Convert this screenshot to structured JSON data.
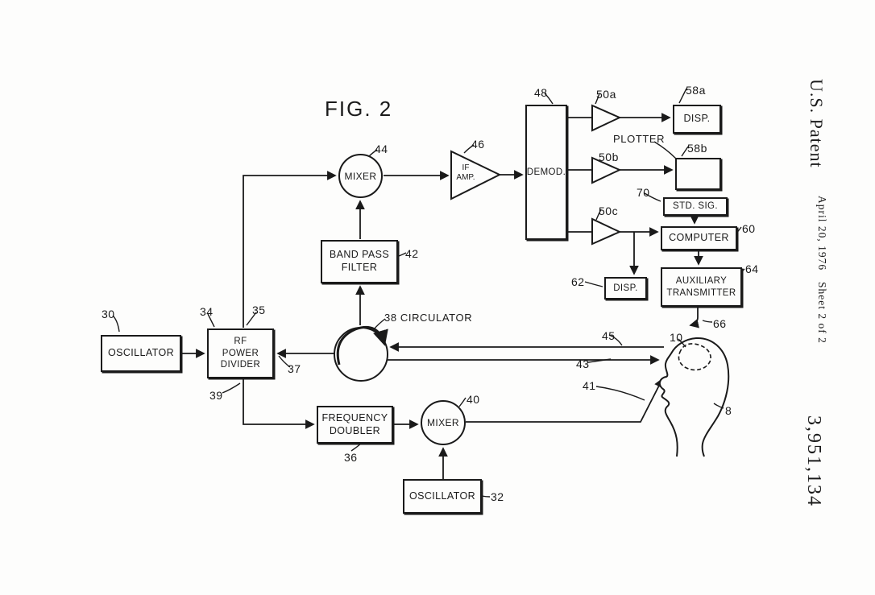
{
  "fig": {
    "title": "FIG. 2"
  },
  "sidebar": {
    "patent": "U.S. Patent",
    "date": "April 20, 1976",
    "sheet": "Sheet 2 of 2",
    "number": "3,951,134"
  },
  "blocks": {
    "oscillator30": "OSCILLATOR",
    "rf_power_divider": "RF\nPOWER\nDIVIDER",
    "band_pass_filter": "BAND PASS\nFILTER",
    "demod": "DEMOD.",
    "disp58a": "DISP.",
    "std_sig": "STD. SIG.",
    "computer": "COMPUTER",
    "disp62": "DISP.",
    "aux_transmitter": "AUXILIARY\nTRANSMITTER",
    "frequency_doubler": "FREQUENCY\nDOUBLER",
    "oscillator32": "OSCILLATOR",
    "mixer44": "MIXER",
    "mixer40": "MIXER",
    "if_amp": "IF\nAMP.",
    "plotter": "PLOTTER",
    "circulator": "38 CIRCULATOR"
  },
  "refs": {
    "n30": "30",
    "n32": "32",
    "n34": "34",
    "n35": "35",
    "n36": "36",
    "n37": "37",
    "n39": "39",
    "n40": "40",
    "n41": "41",
    "n42": "42",
    "n43": "43",
    "n44": "44",
    "n45": "45",
    "n46": "46",
    "n48": "48",
    "n50a": "50a",
    "n50b": "50b",
    "n50c": "50c",
    "n58a": "58a",
    "n58b": "58b",
    "n60": "60",
    "n62": "62",
    "n64": "64",
    "n66": "66",
    "n70": "70",
    "n10": "10",
    "n8": "8"
  },
  "colors": {
    "ink": "#1a1a1a",
    "paper": "#fdfdfc"
  }
}
